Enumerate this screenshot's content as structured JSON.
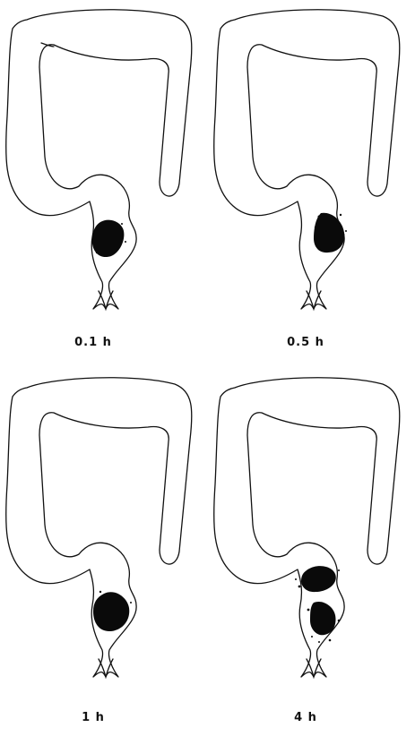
{
  "panels": [
    {
      "id": "p1",
      "caption": "0.1 h"
    },
    {
      "id": "p2",
      "caption": "0.5 h"
    },
    {
      "id": "p3",
      "caption": "1 h"
    },
    {
      "id": "p4",
      "caption": "4 h"
    }
  ]
}
